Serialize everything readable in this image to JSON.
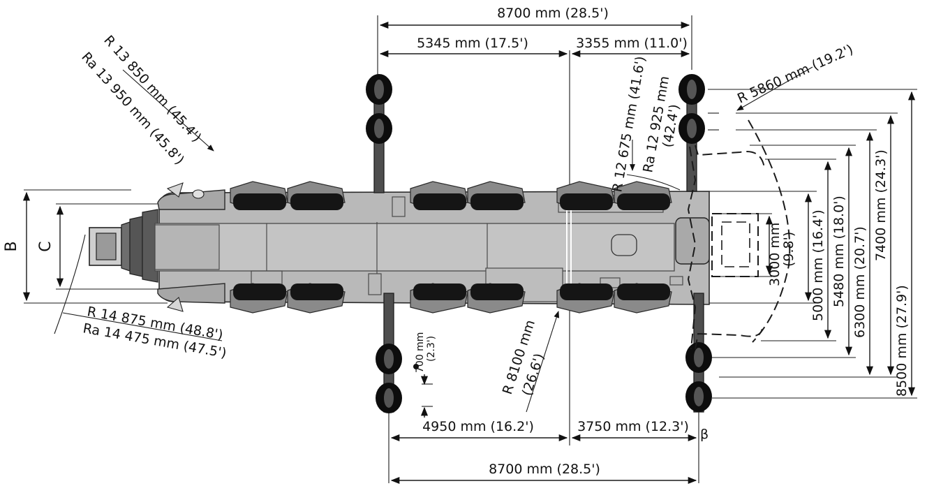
{
  "top": {
    "overall_width": "8700 mm (28.5')",
    "front_segment": "5345 mm (17.5')",
    "rear_segment": "3355 mm (11.0')"
  },
  "bottom": {
    "overall_width": "8700 mm (28.5')",
    "front_segment": "4950 mm (16.2')",
    "rear_segment": "3750 mm (12.3')",
    "beta_symbol": "β"
  },
  "radii": {
    "front_r": "R 13 850 mm (45.4')",
    "front_ra": "Ra 13 950 mm (45.8')",
    "bottom_r": "R 14 875 mm (48.8')",
    "bottom_ra": "Ra 14 475 mm (47.5')",
    "middle_r": "R 8100 mm",
    "middle_r_ft": "(26.6')",
    "rear_r": "R 12 675 mm (41.6')",
    "rear_ra_1": "Ra 12 925 mm",
    "rear_ra_2": "(42.4')",
    "tail_r": "R 5860 mm (19.2')"
  },
  "pad_offset": {
    "value_mm": "700 mm",
    "value_ft": "(2.3')"
  },
  "right_dims": [
    "3000 mm",
    "(9.8')",
    "5000 mm (16.4')",
    "5480 mm (18.0')",
    "6300 mm (20.7')",
    "7400 mm (24.3')",
    "8500 mm (27.9')"
  ],
  "left_labels": {
    "b": "B",
    "c": "C"
  }
}
